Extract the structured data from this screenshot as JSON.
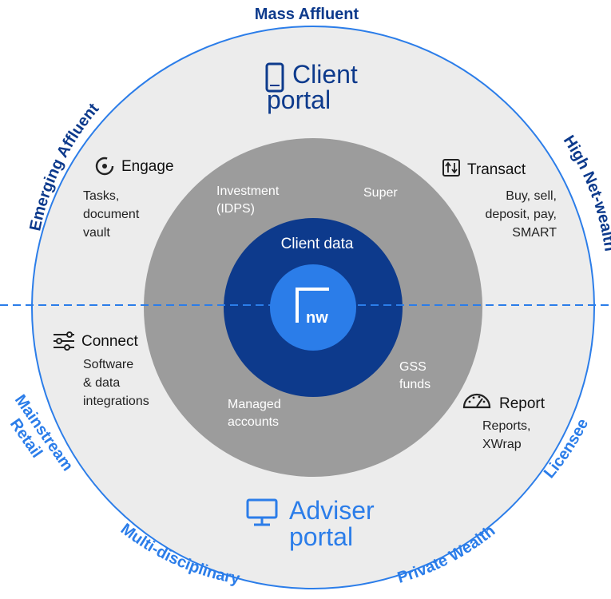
{
  "diagram": {
    "center_logo": "nw",
    "core_label": "Client data",
    "middle_ring": {
      "investment": [
        "Investment",
        "(IDPS)"
      ],
      "super": "Super",
      "gss": [
        "GSS",
        "funds"
      ],
      "managed": [
        "Managed",
        "accounts"
      ]
    },
    "outer_ring": {
      "client_portal": [
        "Client",
        "portal"
      ],
      "adviser_portal": [
        "Adviser",
        "portal"
      ],
      "engage": {
        "title": "Engage",
        "desc": [
          "Tasks,",
          "document",
          "vault"
        ],
        "icon": "engage-cycle-icon"
      },
      "transact": {
        "title": "Transact",
        "desc": [
          "Buy, sell,",
          "deposit, pay,",
          "SMART"
        ],
        "icon": "transact-arrows-icon"
      },
      "connect": {
        "title": "Connect",
        "desc": [
          "Software",
          "& data",
          "integrations"
        ],
        "icon": "sliders-icon"
      },
      "report": {
        "title": "Report",
        "desc": [
          "Reports,",
          "XWrap"
        ],
        "icon": "gauge-icon"
      }
    },
    "segments": {
      "mass_affluent": "Mass Affluent",
      "emerging_affluent": "Emerging Affluent",
      "high_net_wealth": "High Net-wealth",
      "mainstream_retail": [
        "Mainstream",
        "Retail"
      ],
      "licensee": "Licensee",
      "multi_disciplinary": "Multi-disciplinary",
      "private_wealth": "Private Wealth"
    },
    "colors": {
      "outer_ring": "#ececec",
      "middle_ring": "#9c9c9c",
      "inner_core": "#0d3a8c",
      "center": "#2b7de9",
      "dark_text": "#0d3a8c",
      "accent_text": "#2b7de9"
    }
  }
}
